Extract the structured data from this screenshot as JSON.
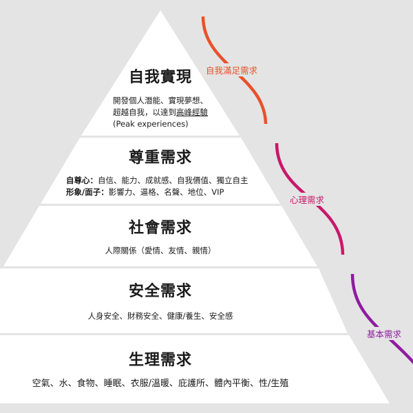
{
  "levels": [
    {
      "title": "自我實現",
      "desc_lines": [
        "開發個人潛能、實現夢想、",
        "超越自我，以達到"
      ],
      "desc_underlined": "高峰經驗",
      "desc_extra": "(Peak experiences)"
    },
    {
      "title": "尊重需求",
      "items": [
        {
          "label": "自尊心：",
          "text": "自信、能力、成就感、自我價值、獨立自主"
        },
        {
          "label": "形象/面子：",
          "text": "影響力、逼格、名聲、地位、VIP"
        }
      ]
    },
    {
      "title": "社會需求",
      "desc": "人際關係（愛情、友情、親情）"
    },
    {
      "title": "安全需求",
      "desc": "人身安全、財務安全、健康/養生、安全感"
    },
    {
      "title": "生理需求",
      "desc": "空氣、水、食物、睡眠、衣服/溫暖、庇護所、體內平衡、性/生殖"
    }
  ],
  "groups": [
    {
      "label": "自我滿足需求",
      "color": "#e8512b"
    },
    {
      "label": "心理需求",
      "color": "#c8186b"
    },
    {
      "label": "基本需求",
      "color": "#8f1c9f"
    }
  ]
}
